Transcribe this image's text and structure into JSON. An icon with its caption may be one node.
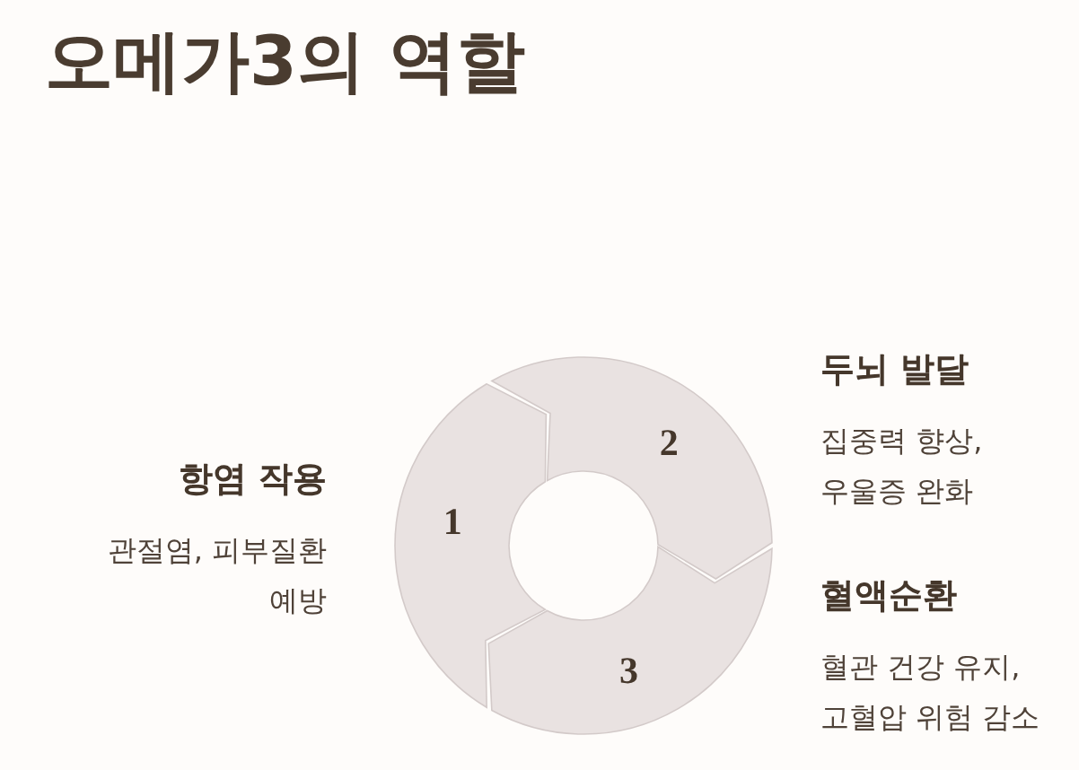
{
  "diagram": {
    "title": "오메가3의 역할",
    "nodes": [
      {
        "text": [
          "1"
        ],
        "beside": [
          "항염 작용",
          "관절염, 피부질환 예방"
        ]
      },
      {
        "text": [
          "2"
        ],
        "beside": [
          "두뇌 발달",
          "집중력 향상, 우울증 완화"
        ]
      },
      {
        "text": [
          "3"
        ],
        "beside": [
          "혈액순환",
          "혈관 건강 유지, 고혈압 위험 감소"
        ]
      }
    ]
  }
}
